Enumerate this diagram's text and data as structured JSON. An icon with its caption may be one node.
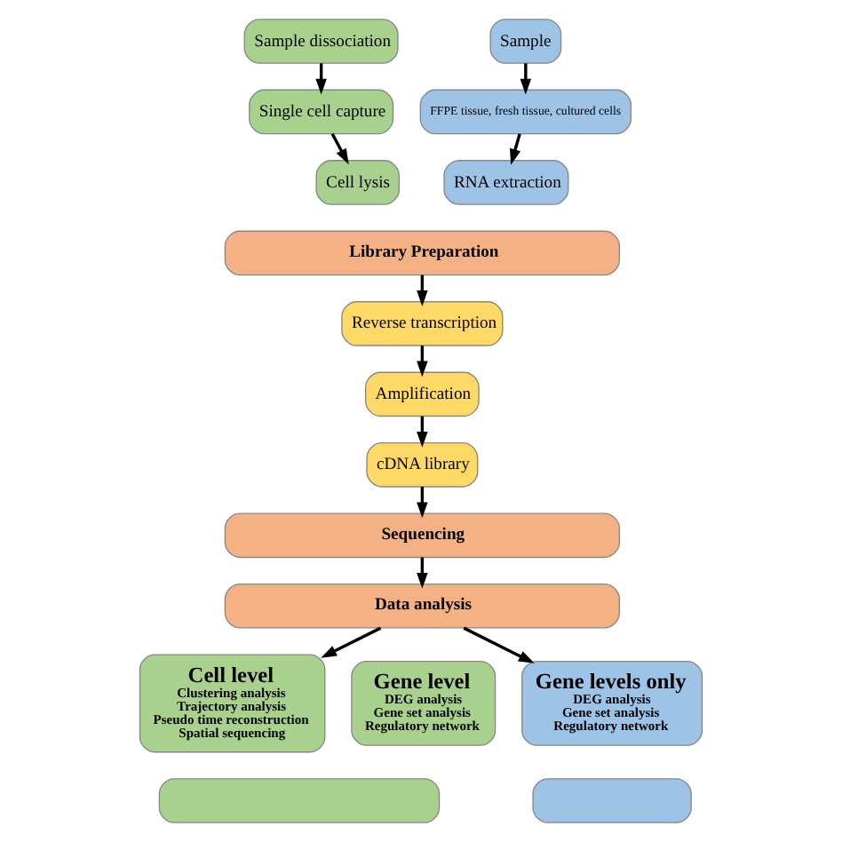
{
  "diagram": {
    "nodes": [
      {
        "text": [
          "Sample dissociation"
        ]
      },
      {
        "text": [
          "Sample"
        ]
      },
      {
        "text": [
          "Single cell capture"
        ]
      },
      {
        "text": [
          "FFPE tissue, fresh tissue, cultured cells"
        ]
      },
      {
        "text": [
          "Cell lysis"
        ]
      },
      {
        "text": [
          "RNA extraction"
        ]
      },
      {
        "text": [
          "Library Preparation"
        ]
      },
      {
        "text": [
          "Reverse transcription"
        ]
      },
      {
        "text": [
          "Amplification"
        ]
      },
      {
        "text": [
          "cDNA library"
        ]
      },
      {
        "text": [
          "Sequencing"
        ]
      },
      {
        "text": [
          "Data analysis"
        ]
      },
      {
        "text": [
          "Cell level",
          "Clustering analysis",
          "Trajectory analysis",
          "Pseudo time reconstruction",
          "Spatial sequencing"
        ]
      },
      {
        "text": [
          "Gene level",
          "DEG analysis",
          "Gene set analysis",
          "Regulatory network"
        ]
      },
      {
        "text": [
          "Gene levels only",
          "DEG analysis",
          "Gene set analysis",
          "Regulatory network"
        ]
      },
      {
        "text": [],
        "shape": "box"
      },
      {
        "text": [],
        "shape": "box"
      }
    ],
    "edges": [
      {
        "from": 0,
        "to": 2,
        "arrow": "to"
      },
      {
        "from": 2,
        "to": 4,
        "arrow": "to"
      },
      {
        "from": 1,
        "to": 3,
        "arrow": "to"
      },
      {
        "from": 3,
        "to": 5,
        "arrow": "to"
      },
      {
        "from": 6,
        "to": 7,
        "arrow": "to"
      },
      {
        "from": 7,
        "to": 8,
        "arrow": "to"
      },
      {
        "from": 8,
        "to": 9,
        "arrow": "to"
      },
      {
        "from": 9,
        "to": 10,
        "arrow": "to"
      },
      {
        "from": 10,
        "to": 11,
        "arrow": "to"
      },
      {
        "from": 11,
        "to": 12,
        "arrow": "to"
      },
      {
        "from": 11,
        "to": 14,
        "arrow": "to"
      }
    ]
  }
}
